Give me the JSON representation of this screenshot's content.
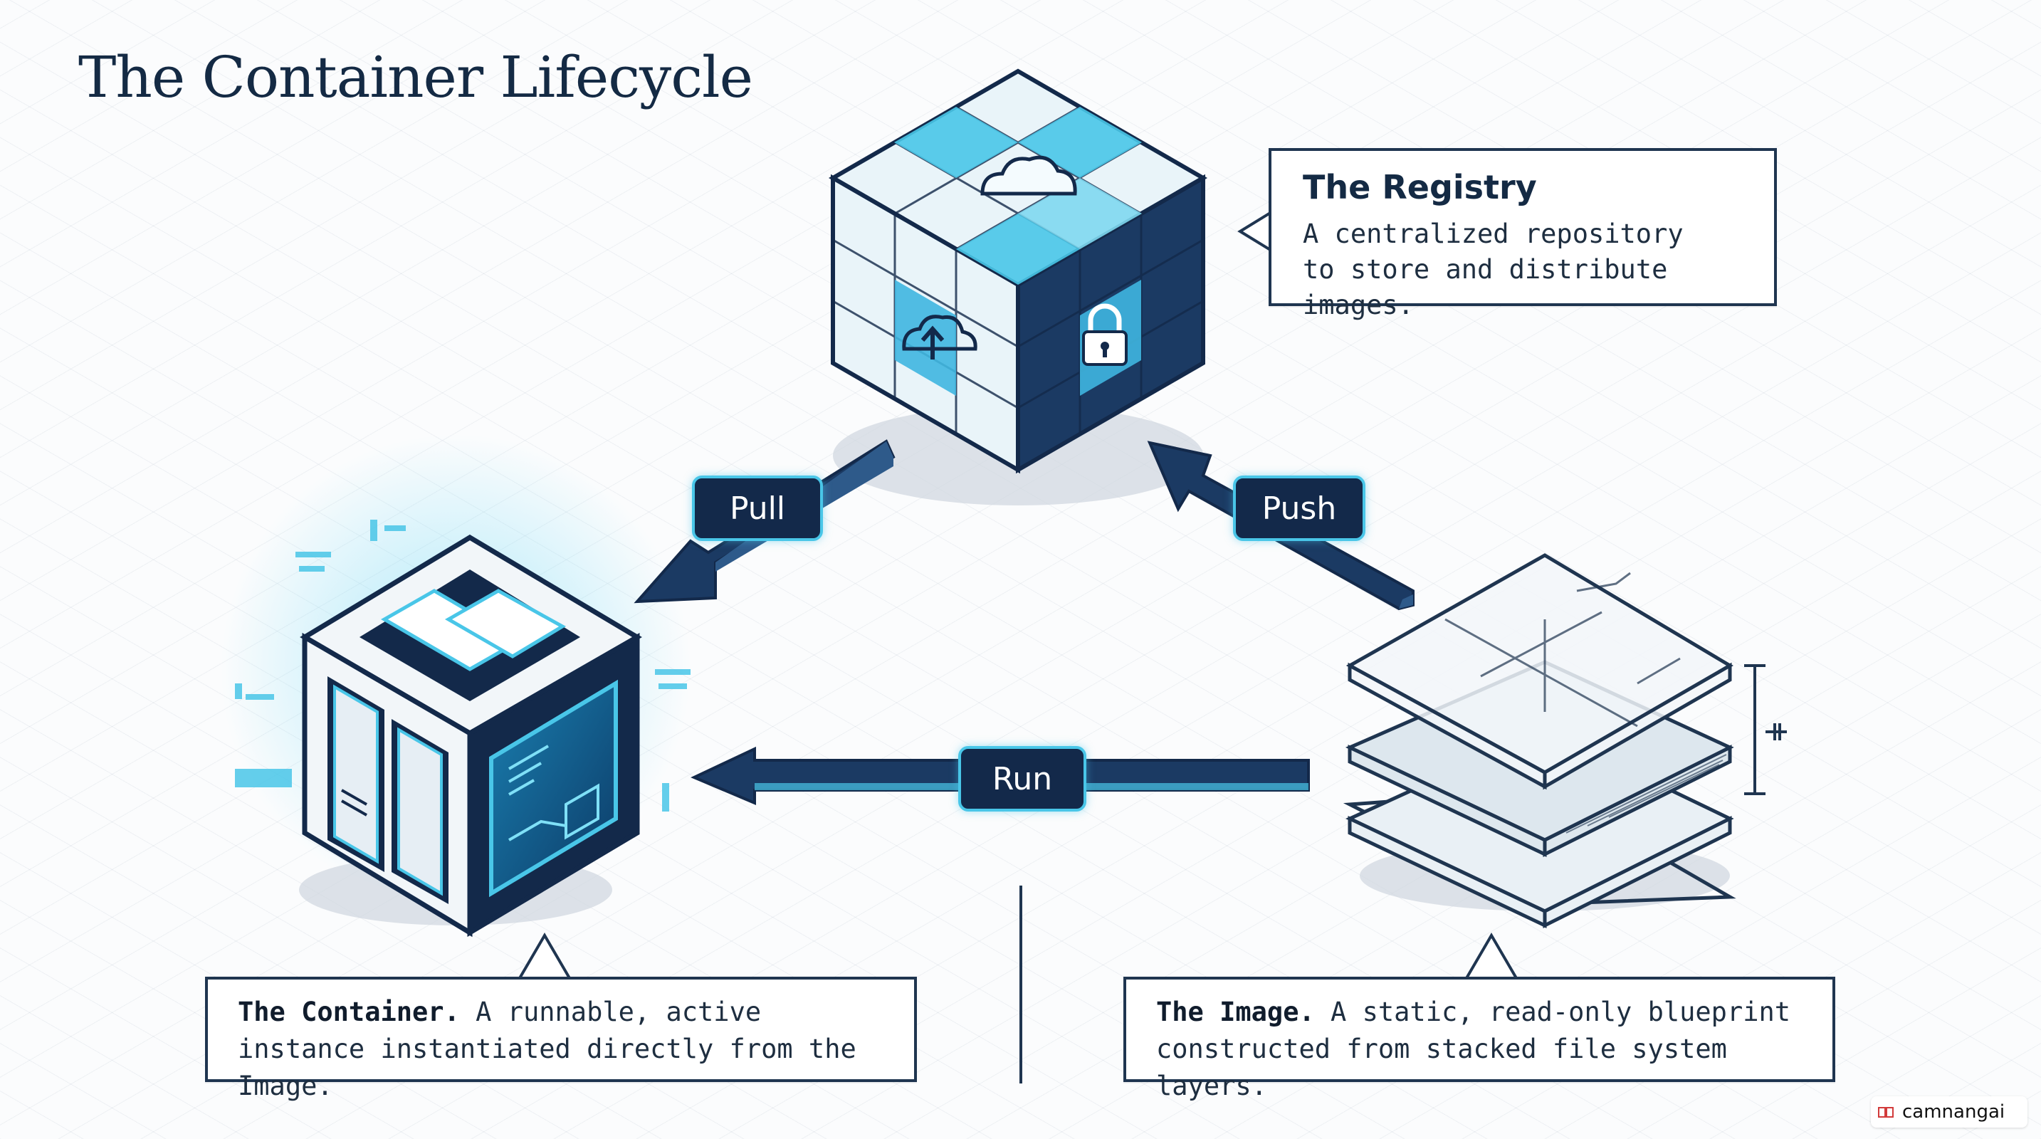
{
  "title": "The Container Lifecycle",
  "registry": {
    "heading": "The Registry",
    "description": "A centralized repository to store and distribute images."
  },
  "container": {
    "heading": "The Container.",
    "description": "A runnable, active instance instantiated directly from the Image."
  },
  "image": {
    "heading": "The Image.",
    "description": "A static, read-only blueprint constructed from stacked file system layers."
  },
  "arrows": {
    "pull": "Pull",
    "push": "Push",
    "run": "Run"
  },
  "icons": {
    "registry": "registry-cube-icon",
    "cloud": "cloud-icon",
    "upload": "cloud-upload-icon",
    "lock": "lock-icon",
    "container": "container-cube-icon",
    "image": "stacked-layers-icon"
  },
  "colors": {
    "navy": "#13294a",
    "cyan": "#49c6e8",
    "ink": "#142a44"
  },
  "watermark": "camnangai"
}
